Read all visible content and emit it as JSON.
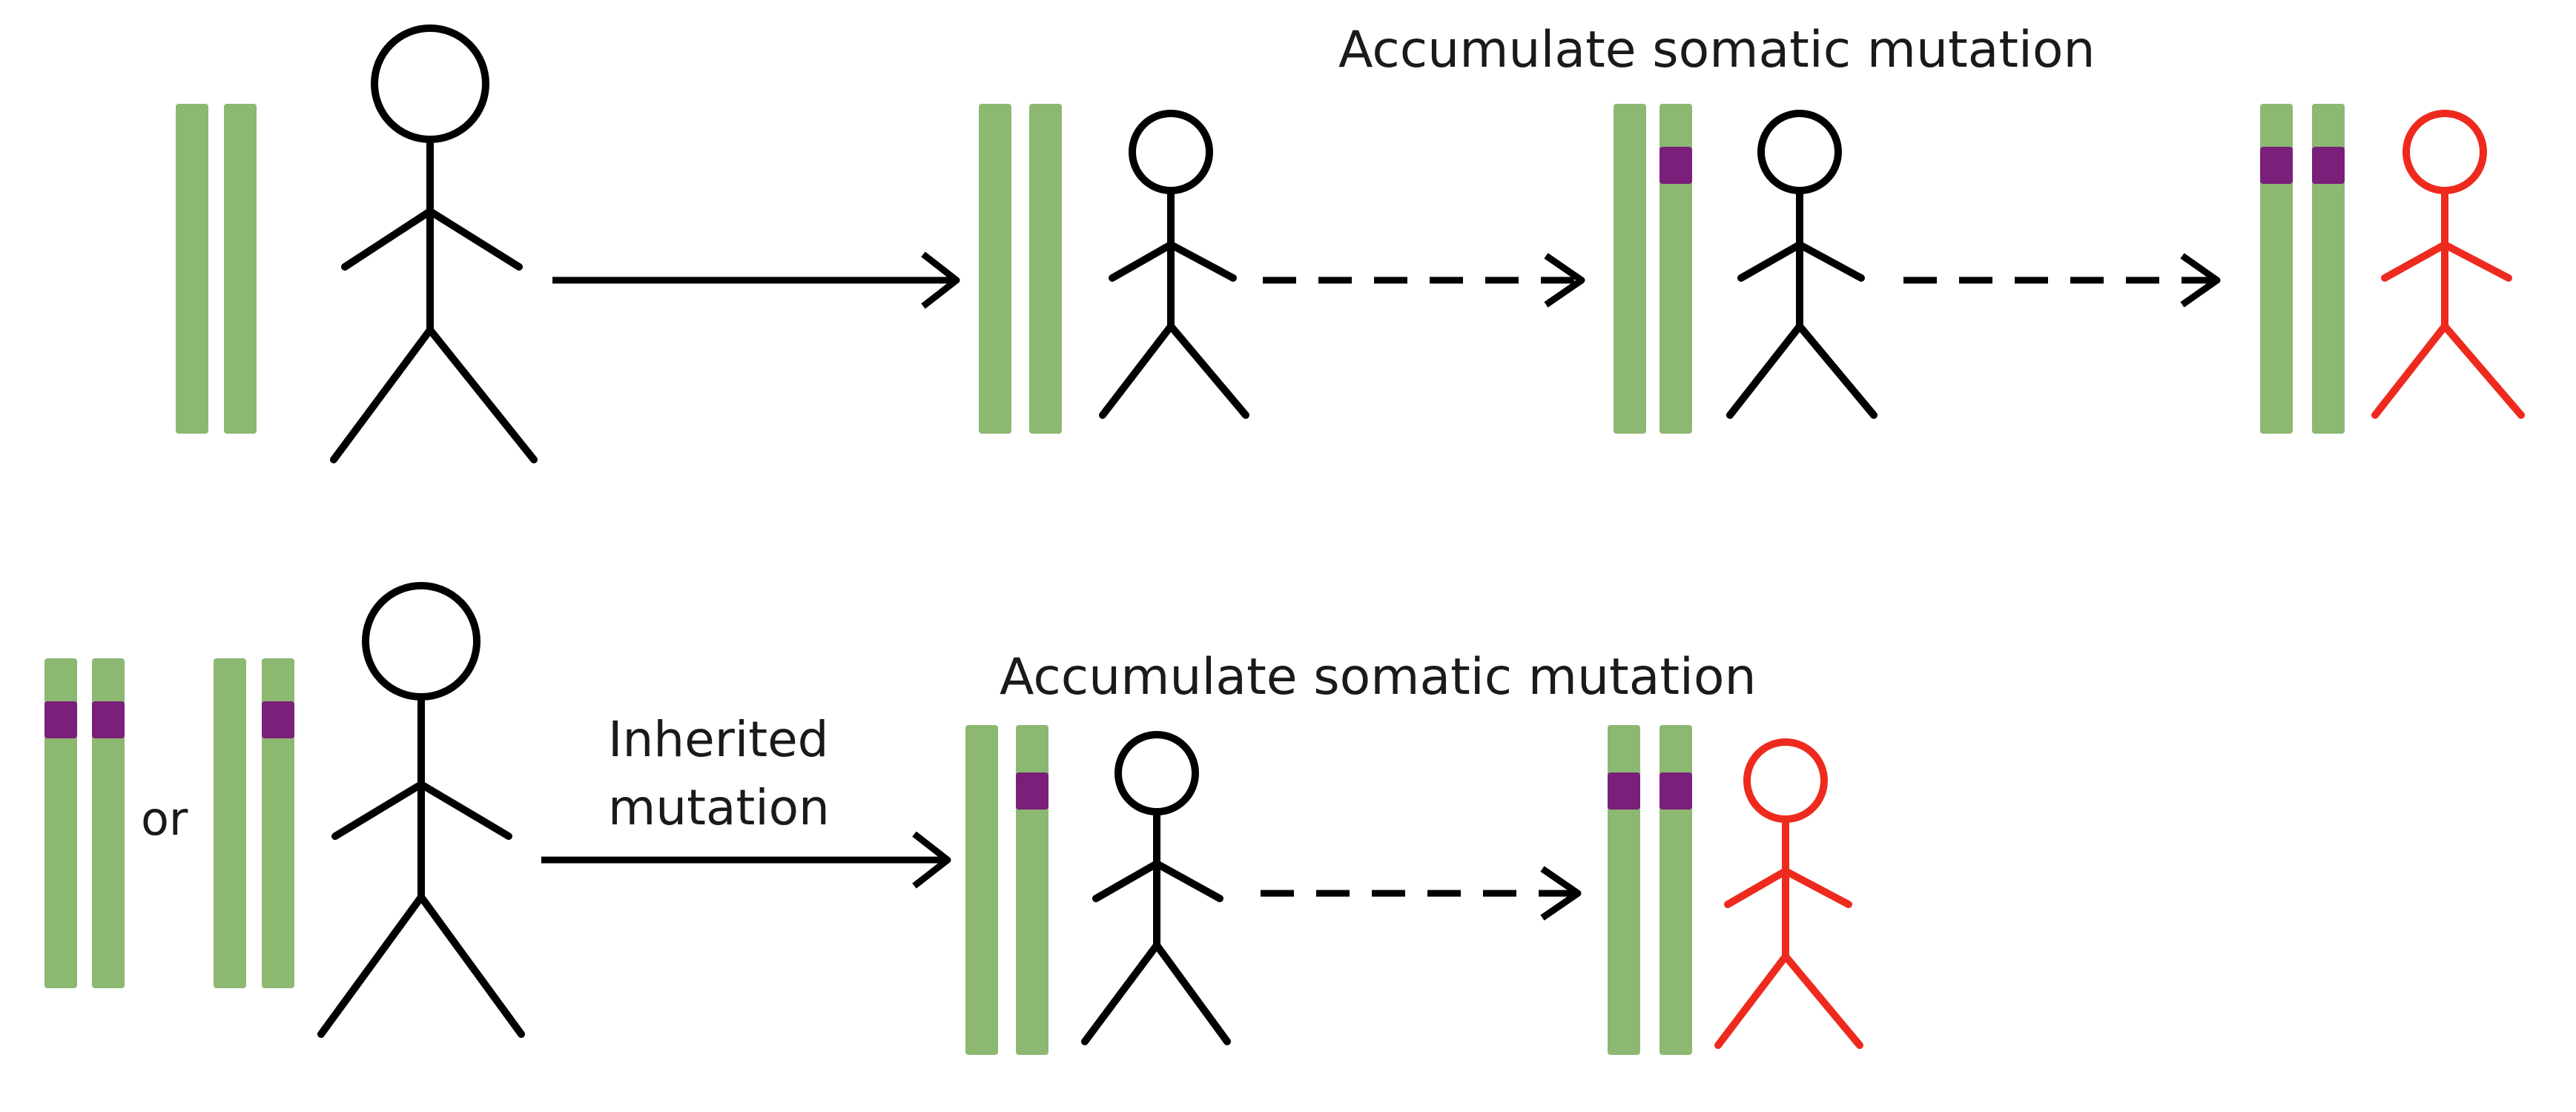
{
  "labels": {
    "accumulate_top": "Accumulate somatic mutation",
    "accumulate_bottom": "Accumulate somatic mutation",
    "inherited_line1": "Inherited",
    "inherited_line2": "mutation",
    "or": "or"
  },
  "colors": {
    "chromosome": "#8db872",
    "mutation_band": "#7a1f7a",
    "healthy_figure": "#000000",
    "affected_figure": "#ee2a1e"
  }
}
